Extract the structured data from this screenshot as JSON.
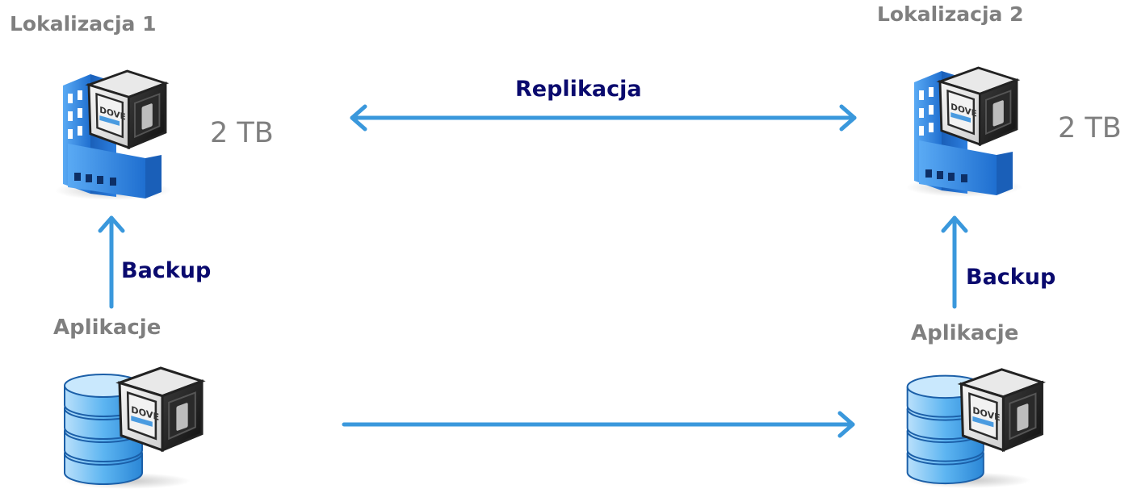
{
  "sites": [
    {
      "title": "Lokalizacja 1",
      "capacity": "2 TB",
      "apps_label": "Aplikacje",
      "backup_label": "Backup"
    },
    {
      "title": "Lokalizacja 2",
      "capacity": "2 TB",
      "apps_label": "Aplikacje",
      "backup_label": "Backup"
    }
  ],
  "replication_label": "Replikacja",
  "icons": {
    "storage_site": "building-with-vm-box-icon",
    "application_server": "database-with-vm-box-icon"
  },
  "colors": {
    "arrow": "#3a98dc",
    "flow_label": "#0a0a6e",
    "gray_text": "#7f7f7f",
    "building_blue": "#2f86e4",
    "db_blue": "#4aa8ec"
  }
}
